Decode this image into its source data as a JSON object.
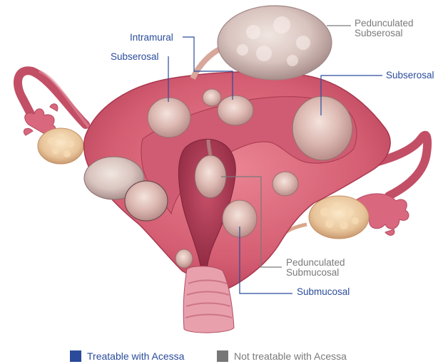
{
  "labels": {
    "pedunculated_subserosal": [
      "Pedunculated",
      "Subserosal"
    ],
    "intramural": "Intramural",
    "subserosal_left": "Subserosal",
    "subserosal_right": "Subserosal",
    "pedunculated_submucosal": [
      "Pedunculated",
      "Submucosal"
    ],
    "submucosal": "Submucosal"
  },
  "legend": {
    "treatable": "Treatable with Acessa",
    "not_treatable": "Not treatable with Acessa"
  },
  "colors": {
    "treatable": "#2a4b9b",
    "not_treatable": "#7a7a7a"
  }
}
